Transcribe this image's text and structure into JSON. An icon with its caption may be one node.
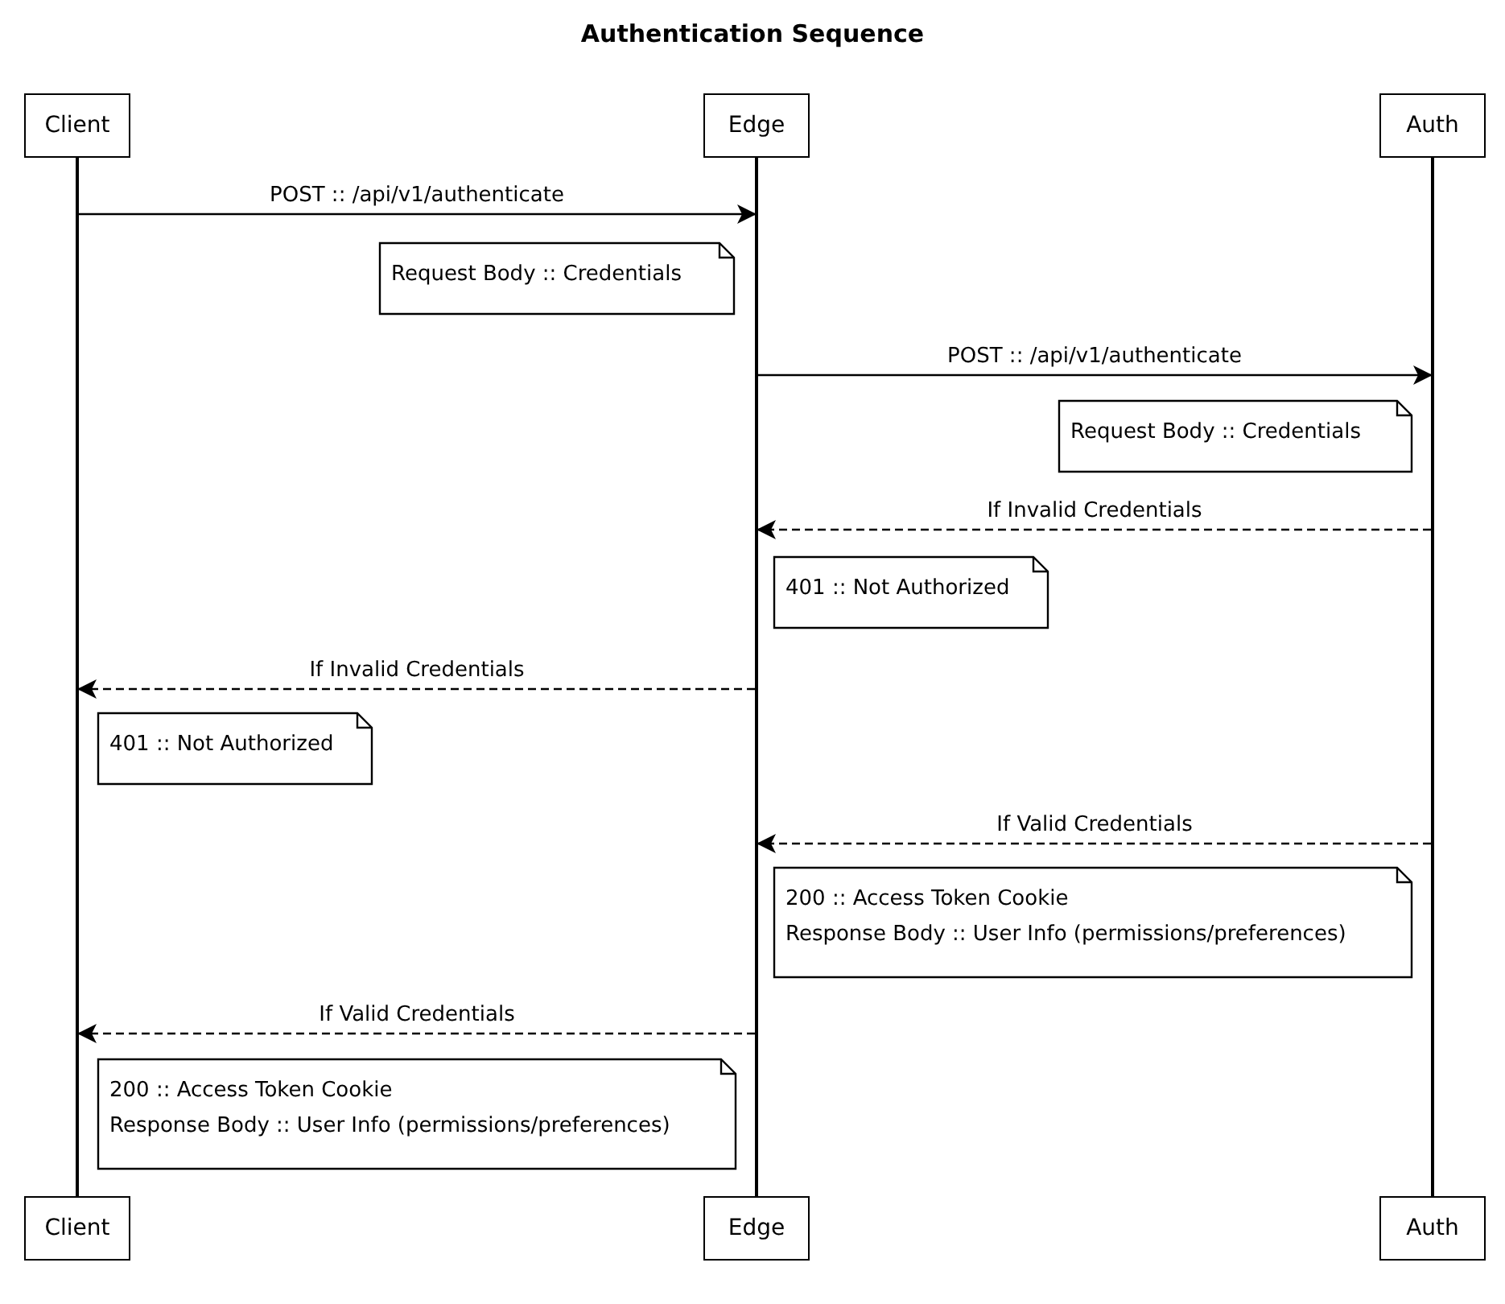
{
  "diagram": {
    "title": "Authentication Sequence",
    "nodes": [
      {
        "text": [
          "Client"
        ]
      },
      {
        "text": [
          "Edge"
        ]
      },
      {
        "text": [
          "Auth"
        ]
      },
      {
        "text": [
          "Client"
        ]
      },
      {
        "text": [
          "Edge"
        ]
      },
      {
        "text": [
          "Auth"
        ]
      },
      {
        "text": [
          "Request Body :: Credentials"
        ]
      },
      {
        "text": [
          "Request Body :: Credentials"
        ]
      },
      {
        "text": [
          "401 :: Not Authorized"
        ]
      },
      {
        "text": [
          "401 :: Not Authorized"
        ]
      },
      {
        "text": [
          "200 :: Access Token Cookie",
          "Response Body :: User Info (permissions/preferences)"
        ]
      },
      {
        "text": [
          "200 :: Access Token Cookie",
          "Response Body :: User Info (permissions/preferences)"
        ]
      },
      {
        "text": [],
        "shape": "bar"
      },
      {
        "text": [],
        "shape": "bar"
      },
      {
        "text": [],
        "shape": "bar"
      }
    ],
    "edges": [
      {
        "from": 12,
        "to": 13,
        "arrow": "to",
        "label": "POST :: /api/v1/authenticate"
      },
      {
        "from": 13,
        "to": 14,
        "arrow": "to",
        "label": "POST :: /api/v1/authenticate"
      },
      {
        "from": 14,
        "to": 13,
        "arrow": "to",
        "label": "If Invalid Credentials",
        "style": "dashed"
      },
      {
        "from": 13,
        "to": 12,
        "arrow": "to",
        "label": "If Invalid Credentials",
        "style": "dashed"
      },
      {
        "from": 14,
        "to": 13,
        "arrow": "to",
        "label": "If Valid Credentials",
        "style": "dashed"
      },
      {
        "from": 13,
        "to": 12,
        "arrow": "to",
        "label": "If Valid Credentials",
        "style": "dashed"
      }
    ]
  }
}
